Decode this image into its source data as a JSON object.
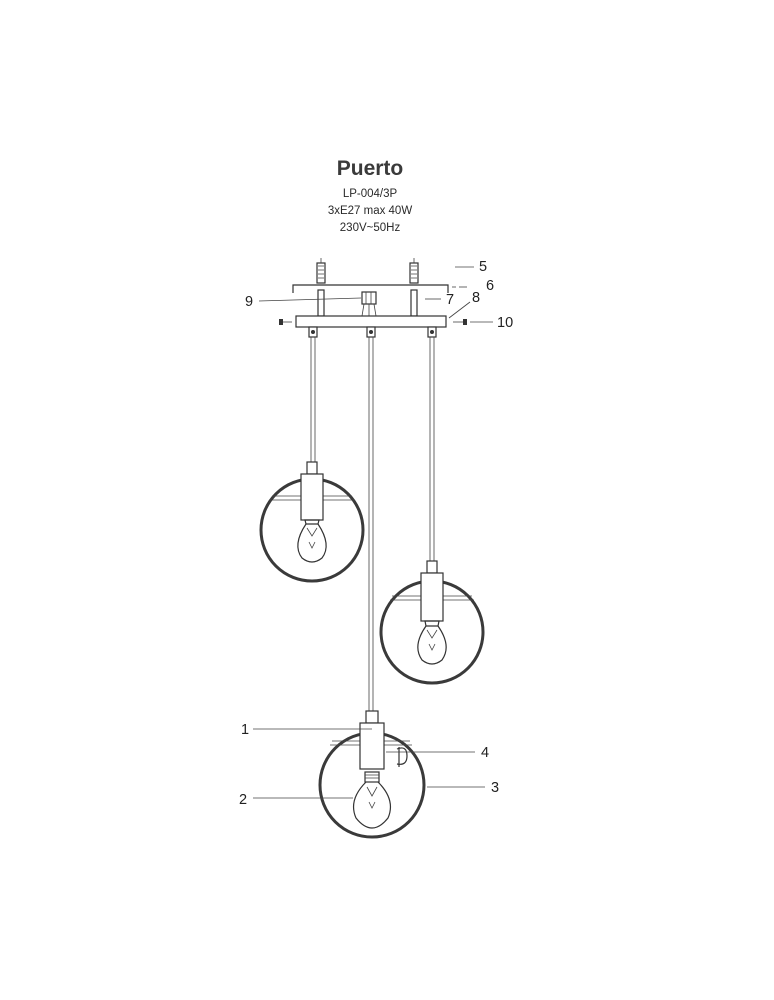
{
  "header": {
    "title": "Puerto",
    "model": "LP-004/3P",
    "bulb_spec": "3xE27 max 40W",
    "voltage": "230V~50Hz"
  },
  "callouts": [
    "1",
    "2",
    "3",
    "4",
    "5",
    "6",
    "7",
    "8",
    "9",
    "10"
  ]
}
